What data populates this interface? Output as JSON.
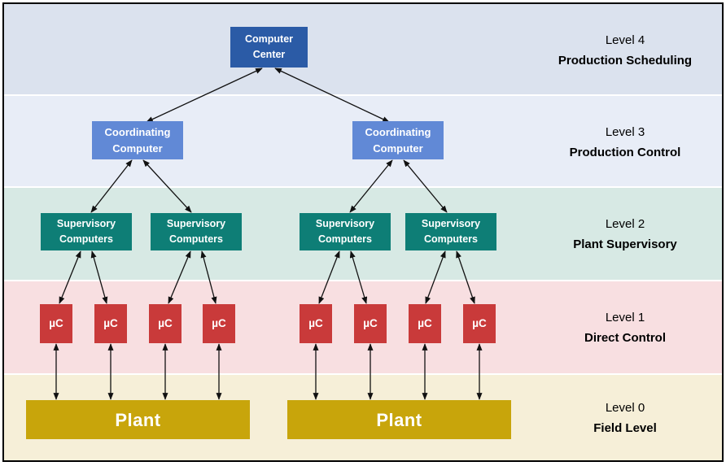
{
  "colors": {
    "band_level4": "#dbe2ee",
    "band_level3": "#e8edf7",
    "band_level2": "#d7e9e4",
    "band_level1": "#f8dfe1",
    "band_level0": "#f6efd8",
    "computer_center": "#2b5ba6",
    "coordinating": "#6189d6",
    "supervisory": "#0e7e76",
    "microcontroller": "#c93a3a",
    "plant": "#c8a50b",
    "arrow": "#111111",
    "box_text": "#ffffff",
    "label_text": "#000000"
  },
  "nodes": {
    "computer_center": "Computer Center",
    "coordinating": "Coordinating Computer",
    "supervisory": "Supervisory Computers",
    "microcontroller": "µC",
    "plant": "Plant"
  },
  "levels": [
    {
      "level": "Level 4",
      "name": "Production Scheduling"
    },
    {
      "level": "Level 3",
      "name": "Production Control"
    },
    {
      "level": "Level 2",
      "name": "Plant Supervisory"
    },
    {
      "level": "Level 1",
      "name": "Direct Control"
    },
    {
      "level": "Level 0",
      "name": "Field Level"
    }
  ],
  "hierarchy": {
    "arrow_style": "double-headed",
    "edges": [
      "Computer Center <-> Coordinating Computer (left)",
      "Computer Center <-> Coordinating Computer (right)",
      "Each Coordinating Computer <-> 2 Supervisory Computers",
      "Each Supervisory Computers <-> 2 µC",
      "Each µC <-> Plant"
    ]
  }
}
